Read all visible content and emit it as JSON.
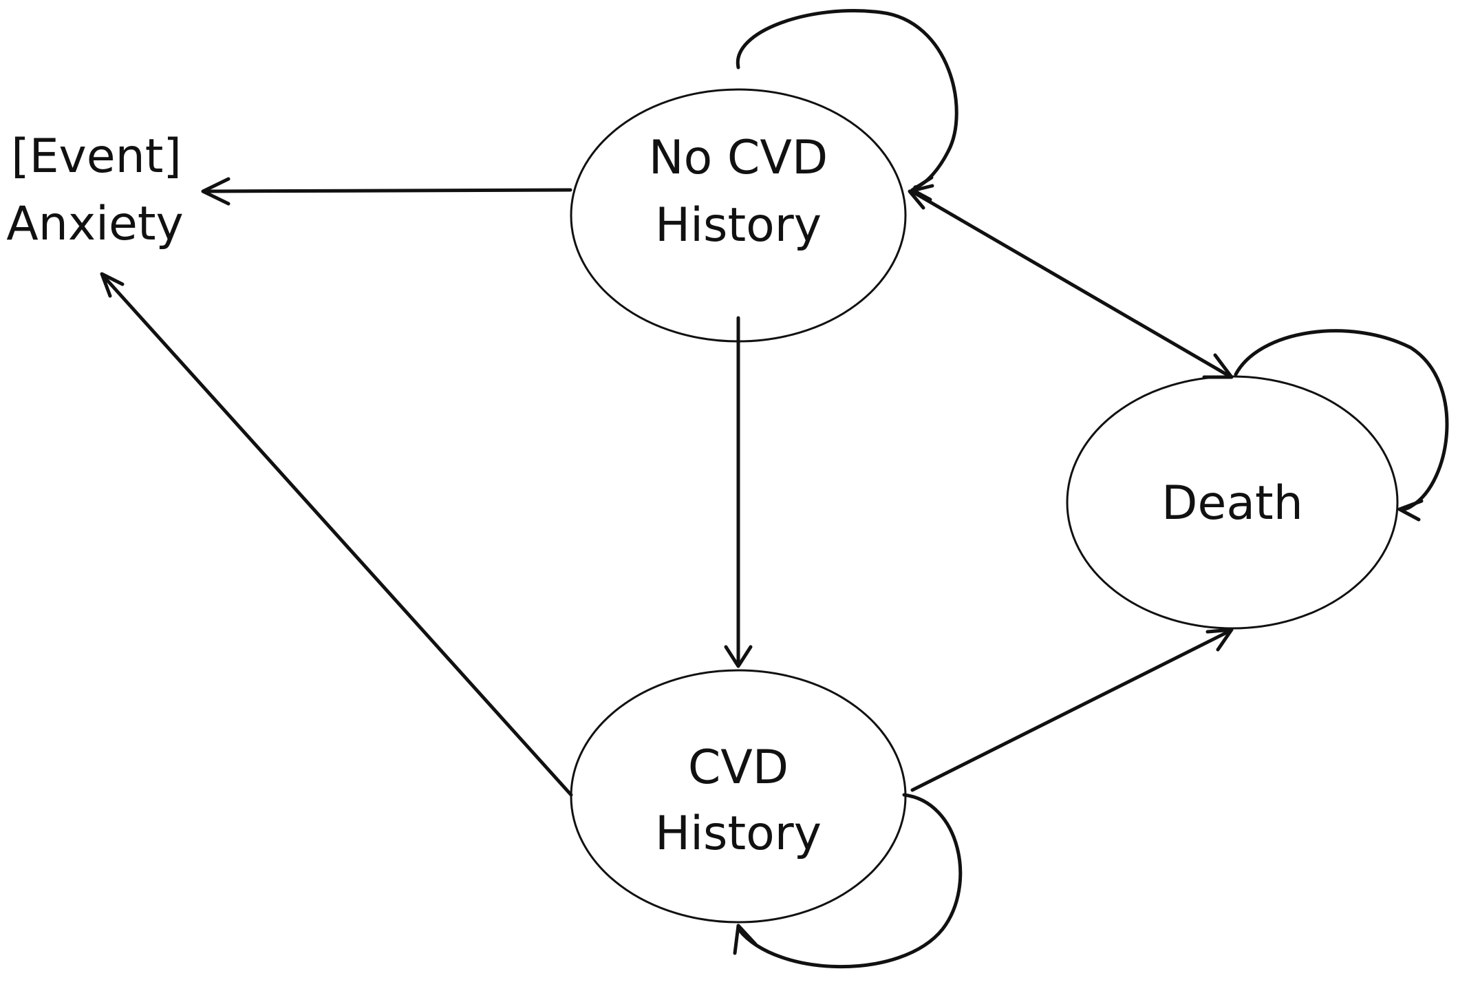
{
  "diagram": {
    "nodes": {
      "no_cvd": {
        "line1": "No CVD",
        "line2": "History"
      },
      "cvd": {
        "line1": "CVD",
        "line2": "History"
      },
      "death": {
        "line1": "Death"
      }
    },
    "outcome": {
      "line1": "[Event]",
      "line2": "Anxiety"
    }
  },
  "colors": {
    "ink": "#111111",
    "background": "#ffffff"
  }
}
